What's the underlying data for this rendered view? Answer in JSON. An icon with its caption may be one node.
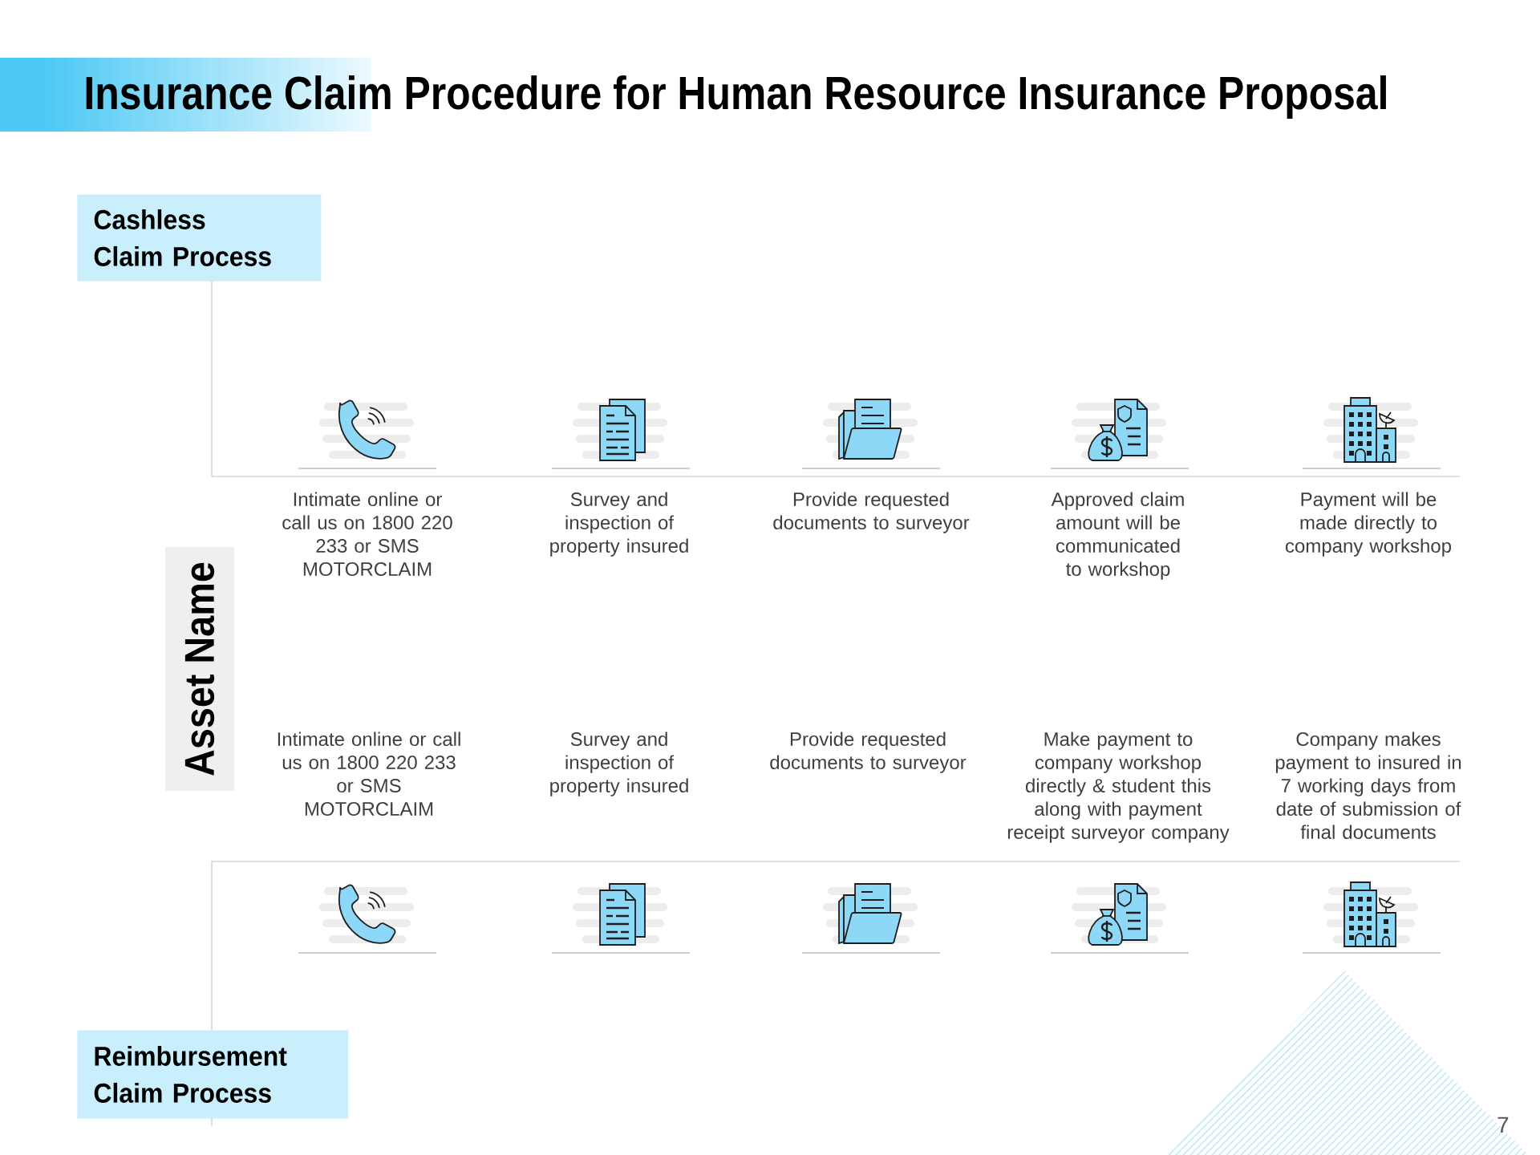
{
  "diagram": {
    "title": "Insurance Claim Procedure for Human Resource Insurance Proposal",
    "nodes": [
      {
        "text": [
          "Cashless Claim Process"
        ]
      },
      {
        "text": [
          "Asset Name"
        ]
      },
      {
        "text": [
          "Reimbursement Claim Process"
        ]
      }
    ],
    "labels": [
      "Intimate online or call us on 1800 220 233 or SMS MOTORCLAIM",
      "Survey and inspection of property insured",
      "Provide requested documents to surveyor",
      "Approved claim amount will be communicated to workshop",
      "Payment will be made directly to company workshop",
      "Intimate online or call us on 1800 220 233 or SMS MOTORCLAIM",
      "Survey and inspection of property insured",
      "Provide requested documents to surveyor",
      "Make payment to company workshop directly & student this along with payment receipt surveyor company",
      "Company makes payment to insured in 7 working days from date of submission of final documents",
      "7"
    ]
  }
}
